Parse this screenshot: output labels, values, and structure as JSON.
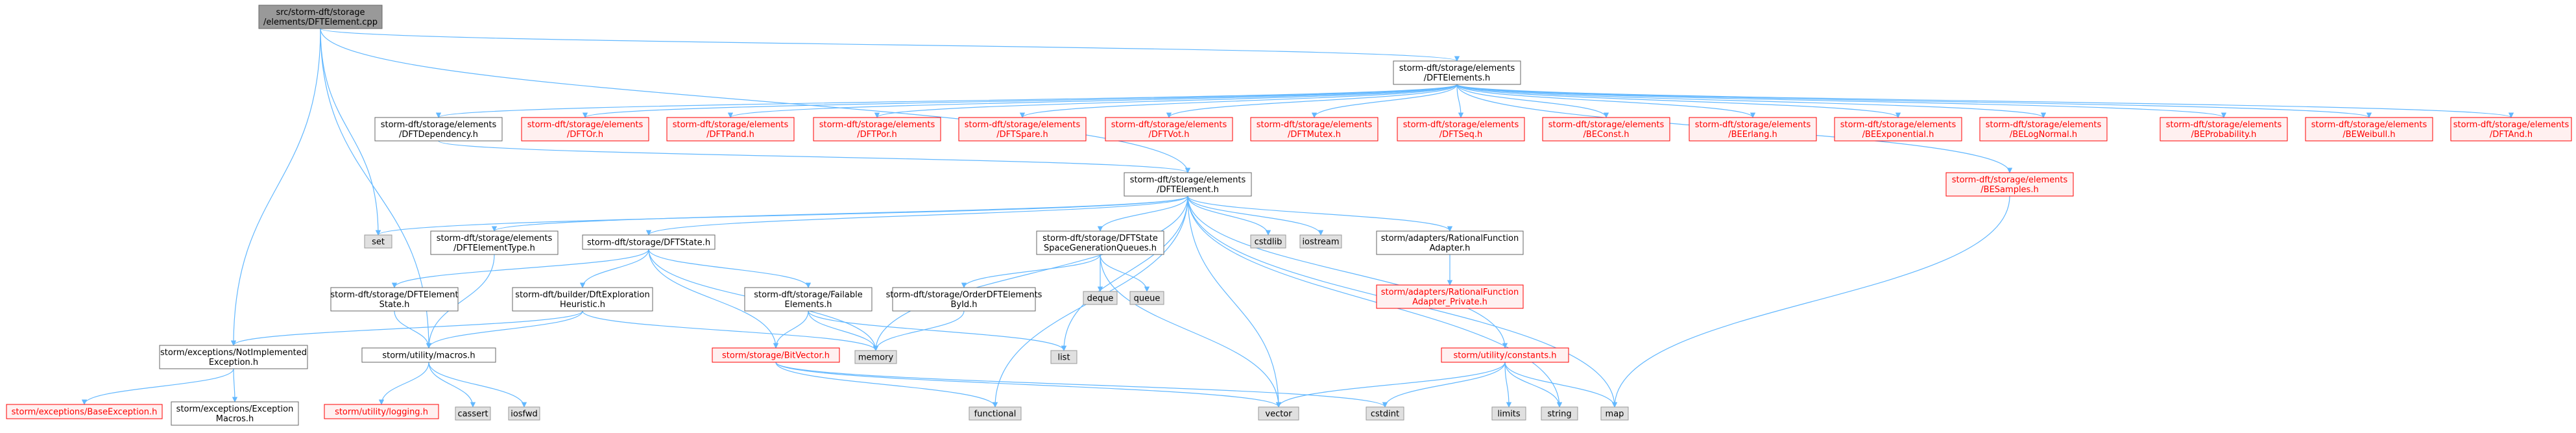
{
  "colors": {
    "edge": "#63b8ff",
    "root_fill": "#999999",
    "root_border": "#666666",
    "normal_fill": "#ffffff",
    "normal_border": "#666666",
    "external_fill": "#e0e0e0",
    "external_border": "#999999",
    "truncated_fill": "#fff0f0",
    "truncated_border": "#ff0000",
    "text": "#000000",
    "truncated_text": "#ff0000"
  },
  "nodes": [
    {
      "id": "root",
      "kind": "root",
      "lines": [
        "src/storm-dft/storage",
        "/elements/DFTElement.cpp"
      ]
    },
    {
      "id": "elements_h",
      "kind": "normal",
      "lines": [
        "storm-dft/storage/elements",
        "/DFTElements.h"
      ]
    },
    {
      "id": "dependency",
      "kind": "normal",
      "lines": [
        "storm-dft/storage/elements",
        "/DFTDependency.h"
      ]
    },
    {
      "id": "or",
      "kind": "truncated",
      "lines": [
        "storm-dft/storage/elements",
        "/DFTOr.h"
      ]
    },
    {
      "id": "pand",
      "kind": "truncated",
      "lines": [
        "storm-dft/storage/elements",
        "/DFTPand.h"
      ]
    },
    {
      "id": "por",
      "kind": "truncated",
      "lines": [
        "storm-dft/storage/elements",
        "/DFTPor.h"
      ]
    },
    {
      "id": "spare",
      "kind": "truncated",
      "lines": [
        "storm-dft/storage/elements",
        "/DFTSpare.h"
      ]
    },
    {
      "id": "vot",
      "kind": "truncated",
      "lines": [
        "storm-dft/storage/elements",
        "/DFTVot.h"
      ]
    },
    {
      "id": "mutex",
      "kind": "truncated",
      "lines": [
        "storm-dft/storage/elements",
        "/DFTMutex.h"
      ]
    },
    {
      "id": "seq",
      "kind": "truncated",
      "lines": [
        "storm-dft/storage/elements",
        "/DFTSeq.h"
      ]
    },
    {
      "id": "beconst",
      "kind": "truncated",
      "lines": [
        "storm-dft/storage/elements",
        "/BEConst.h"
      ]
    },
    {
      "id": "beerlang",
      "kind": "truncated",
      "lines": [
        "storm-dft/storage/elements",
        "/BEErlang.h"
      ]
    },
    {
      "id": "beexp",
      "kind": "truncated",
      "lines": [
        "storm-dft/storage/elements",
        "/BEExponential.h"
      ]
    },
    {
      "id": "belognormal",
      "kind": "truncated",
      "lines": [
        "storm-dft/storage/elements",
        "/BELogNormal.h"
      ]
    },
    {
      "id": "beprob",
      "kind": "truncated",
      "lines": [
        "storm-dft/storage/elements",
        "/BEProbability.h"
      ]
    },
    {
      "id": "beweibull",
      "kind": "truncated",
      "lines": [
        "storm-dft/storage/elements",
        "/BEWeibull.h"
      ]
    },
    {
      "id": "and",
      "kind": "truncated",
      "lines": [
        "storm-dft/storage/elements",
        "/DFTAnd.h"
      ]
    },
    {
      "id": "element_h",
      "kind": "normal",
      "lines": [
        "storm-dft/storage/elements",
        "/DFTElement.h"
      ]
    },
    {
      "id": "besamples",
      "kind": "truncated",
      "lines": [
        "storm-dft/storage/elements",
        "/BESamples.h"
      ]
    },
    {
      "id": "set",
      "kind": "external",
      "lines": [
        "set"
      ]
    },
    {
      "id": "elementtype",
      "kind": "normal",
      "lines": [
        "storm-dft/storage/elements",
        "/DFTElementType.h"
      ]
    },
    {
      "id": "dftstate",
      "kind": "normal",
      "lines": [
        "storm-dft/storage/DFTState.h"
      ]
    },
    {
      "id": "sgq",
      "kind": "normal",
      "lines": [
        "storm-dft/storage/DFTState",
        "SpaceGenerationQueues.h"
      ]
    },
    {
      "id": "cstdlib",
      "kind": "external",
      "lines": [
        "cstdlib"
      ]
    },
    {
      "id": "iostream",
      "kind": "external",
      "lines": [
        "iostream"
      ]
    },
    {
      "id": "ratadapter",
      "kind": "normal",
      "lines": [
        "storm/adapters/RationalFunction",
        "Adapter.h"
      ]
    },
    {
      "id": "ratadapter_priv",
      "kind": "truncated",
      "lines": [
        "storm/adapters/RationalFunction",
        "Adapter_Private.h"
      ]
    },
    {
      "id": "elementstate",
      "kind": "normal",
      "lines": [
        "storm-dft/storage/DFTElement",
        "State.h"
      ]
    },
    {
      "id": "heuristic",
      "kind": "normal",
      "lines": [
        "storm-dft/builder/DftExploration",
        "Heuristic.h"
      ]
    },
    {
      "id": "failable",
      "kind": "normal",
      "lines": [
        "storm-dft/storage/Failable",
        "Elements.h"
      ]
    },
    {
      "id": "orderbyid",
      "kind": "normal",
      "lines": [
        "storm-dft/storage/OrderDFTElements",
        "ById.h"
      ]
    },
    {
      "id": "deque",
      "kind": "external",
      "lines": [
        "deque"
      ]
    },
    {
      "id": "queue",
      "kind": "external",
      "lines": [
        "queue"
      ]
    },
    {
      "id": "notimpl",
      "kind": "normal",
      "lines": [
        "storm/exceptions/NotImplemented",
        "Exception.h"
      ]
    },
    {
      "id": "macros",
      "kind": "normal",
      "lines": [
        "storm/utility/macros.h"
      ]
    },
    {
      "id": "memory",
      "kind": "external",
      "lines": [
        "memory"
      ]
    },
    {
      "id": "bitvector",
      "kind": "truncated",
      "lines": [
        "storm/storage/BitVector.h"
      ]
    },
    {
      "id": "list",
      "kind": "external",
      "lines": [
        "list"
      ]
    },
    {
      "id": "constants",
      "kind": "truncated",
      "lines": [
        "storm/utility/constants.h"
      ]
    },
    {
      "id": "baseexc",
      "kind": "truncated",
      "lines": [
        "storm/exceptions/BaseException.h"
      ]
    },
    {
      "id": "excmacros",
      "kind": "normal",
      "lines": [
        "storm/exceptions/Exception",
        "Macros.h"
      ]
    },
    {
      "id": "logging",
      "kind": "truncated",
      "lines": [
        "storm/utility/logging.h"
      ]
    },
    {
      "id": "cassert",
      "kind": "external",
      "lines": [
        "cassert"
      ]
    },
    {
      "id": "iosfwd",
      "kind": "external",
      "lines": [
        "iosfwd"
      ]
    },
    {
      "id": "functional",
      "kind": "external",
      "lines": [
        "functional"
      ]
    },
    {
      "id": "vector",
      "kind": "external",
      "lines": [
        "vector"
      ]
    },
    {
      "id": "cstdint",
      "kind": "external",
      "lines": [
        "cstdint"
      ]
    },
    {
      "id": "limits",
      "kind": "external",
      "lines": [
        "limits"
      ]
    },
    {
      "id": "string",
      "kind": "external",
      "lines": [
        "string"
      ]
    },
    {
      "id": "map",
      "kind": "external",
      "lines": [
        "map"
      ]
    }
  ],
  "edges": [
    [
      "root",
      "elements_h"
    ],
    [
      "root",
      "set"
    ],
    [
      "root",
      "element_h"
    ],
    [
      "root",
      "notimpl"
    ],
    [
      "root",
      "macros"
    ],
    [
      "elements_h",
      "dependency"
    ],
    [
      "elements_h",
      "or"
    ],
    [
      "elements_h",
      "pand"
    ],
    [
      "elements_h",
      "por"
    ],
    [
      "elements_h",
      "spare"
    ],
    [
      "elements_h",
      "vot"
    ],
    [
      "elements_h",
      "mutex"
    ],
    [
      "elements_h",
      "seq"
    ],
    [
      "elements_h",
      "beconst"
    ],
    [
      "elements_h",
      "beerlang"
    ],
    [
      "elements_h",
      "beexp"
    ],
    [
      "elements_h",
      "belognormal"
    ],
    [
      "elements_h",
      "besamples"
    ],
    [
      "elements_h",
      "beprob"
    ],
    [
      "elements_h",
      "beweibull"
    ],
    [
      "elements_h",
      "and"
    ],
    [
      "dependency",
      "element_h"
    ],
    [
      "element_h",
      "set"
    ],
    [
      "element_h",
      "elementtype"
    ],
    [
      "element_h",
      "dftstate"
    ],
    [
      "element_h",
      "sgq"
    ],
    [
      "element_h",
      "cstdlib"
    ],
    [
      "element_h",
      "iostream"
    ],
    [
      "element_h",
      "ratadapter"
    ],
    [
      "element_h",
      "constants"
    ],
    [
      "element_h",
      "memory"
    ],
    [
      "element_h",
      "functional"
    ],
    [
      "element_h",
      "list"
    ],
    [
      "element_h",
      "vector"
    ],
    [
      "element_h",
      "string"
    ],
    [
      "element_h",
      "map"
    ],
    [
      "elementtype",
      "macros"
    ],
    [
      "dftstate",
      "elementstate"
    ],
    [
      "dftstate",
      "heuristic"
    ],
    [
      "dftstate",
      "failable"
    ],
    [
      "dftstate",
      "bitvector"
    ],
    [
      "dftstate",
      "memory"
    ],
    [
      "elementstate",
      "macros"
    ],
    [
      "heuristic",
      "notimpl"
    ],
    [
      "heuristic",
      "macros"
    ],
    [
      "heuristic",
      "memory"
    ],
    [
      "failable",
      "bitvector"
    ],
    [
      "failable",
      "list"
    ],
    [
      "failable",
      "memory"
    ],
    [
      "sgq",
      "orderbyid"
    ],
    [
      "sgq",
      "deque"
    ],
    [
      "sgq",
      "queue"
    ],
    [
      "sgq",
      "vector"
    ],
    [
      "orderbyid",
      "memory"
    ],
    [
      "ratadapter",
      "ratadapter_priv"
    ],
    [
      "besamples",
      "map"
    ],
    [
      "notimpl",
      "baseexc"
    ],
    [
      "notimpl",
      "excmacros"
    ],
    [
      "macros",
      "logging"
    ],
    [
      "macros",
      "cassert"
    ],
    [
      "macros",
      "iosfwd"
    ],
    [
      "bitvector",
      "functional"
    ],
    [
      "bitvector",
      "vector"
    ],
    [
      "bitvector",
      "cstdint"
    ],
    [
      "constants",
      "vector"
    ],
    [
      "constants",
      "cstdint"
    ],
    [
      "constants",
      "limits"
    ],
    [
      "constants",
      "string"
    ],
    [
      "constants",
      "map"
    ]
  ]
}
